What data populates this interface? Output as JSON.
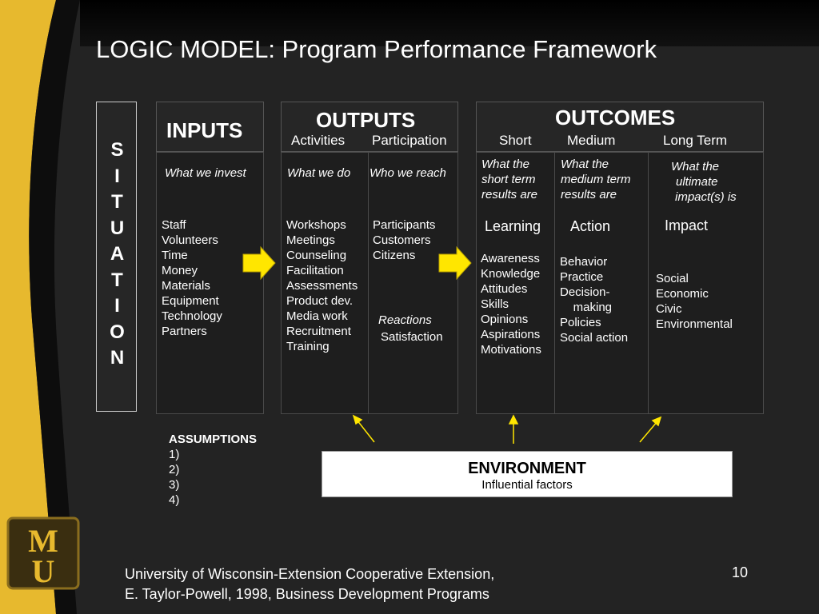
{
  "slide": {
    "title": "LOGIC MODEL:  Program Performance Framework",
    "page_number": "10",
    "footer_line1": "University of Wisconsin-Extension Cooperative Extension,",
    "footer_line2": "E. Taylor-Powell, 1998, Business Development Programs"
  },
  "logo": {
    "text": "MU",
    "icon": "mu-logo"
  },
  "colors": {
    "accent_yellow": "#FFE600",
    "gold": "#E7B92E",
    "background": "#222222"
  },
  "situation": {
    "letters": [
      "S",
      "I",
      "T",
      "U",
      "A",
      "T",
      "I",
      "O",
      "N"
    ]
  },
  "inputs": {
    "heading": "INPUTS",
    "description": "What we invest",
    "items": [
      "Staff",
      "Volunteers",
      "Time",
      "Money",
      "Materials",
      "Equipment",
      "Technology",
      "Partners"
    ]
  },
  "outputs": {
    "heading": "OUTPUTS",
    "activities": {
      "label": "Activities",
      "description": "What we do",
      "items": [
        "Workshops",
        "Meetings",
        "Counseling",
        "Facilitation",
        "Assessments",
        "Product dev.",
        "Media work",
        "Recruitment",
        "Training"
      ]
    },
    "participation": {
      "label": "Participation",
      "description": "Who we reach",
      "items": [
        "Participants",
        "Customers",
        "Citizens"
      ],
      "reactions_label": "Reactions",
      "reactions_item": "Satisfaction"
    }
  },
  "outcomes": {
    "heading": "OUTCOMES",
    "short": {
      "label": "Short",
      "description": [
        "What the",
        "short term",
        "results are"
      ],
      "subheading": "Learning",
      "items": [
        "Awareness",
        "Knowledge",
        "Attitudes",
        "Skills",
        "Opinions",
        "Aspirations",
        "Motivations"
      ]
    },
    "medium": {
      "label": "Medium",
      "description": [
        "What the",
        "medium term",
        "results are"
      ],
      "subheading": "Action",
      "items": [
        "Behavior",
        "Practice",
        "Decision-",
        "    making",
        "Policies",
        "Social action"
      ]
    },
    "long": {
      "label": "Long Term",
      "description": [
        "What  the",
        "ultimate",
        "impact(s) is"
      ],
      "subheading": "Impact",
      "items": [
        "Social",
        "Economic",
        "Civic",
        "Environmental"
      ]
    }
  },
  "assumptions": {
    "heading": "ASSUMPTIONS",
    "items": [
      "1)",
      "2)",
      "3)",
      "4)"
    ]
  },
  "environment": {
    "title": "ENVIRONMENT",
    "subtitle": "Influential factors"
  }
}
